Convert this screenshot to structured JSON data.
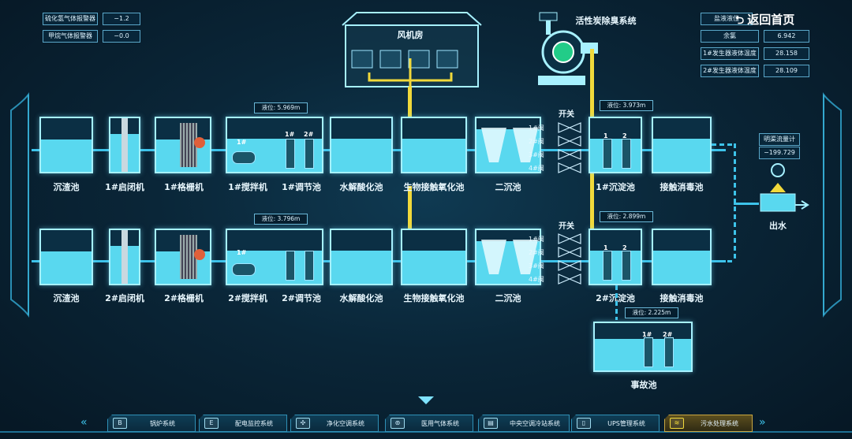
{
  "sensors": {
    "h2s": {
      "label": "硫化氢气体报警器",
      "value": "−1.2"
    },
    "ch4": {
      "label": "甲烷气体报警器",
      "value": "−0.0"
    }
  },
  "back_label": "返回首页",
  "right_info": [
    {
      "label": "盐液液位",
      "value": ""
    },
    {
      "label": "余氯",
      "value": "6.942"
    },
    {
      "label": "1#发生器液体温度",
      "value": "28.158"
    },
    {
      "label": "2#发生器液体温度",
      "value": "28.109"
    }
  ],
  "fan_room": "风机房",
  "carbon_system": "活性炭除臭系统",
  "row1": {
    "labels": [
      "沉渣池",
      "1#启闭机",
      "1#格栅机",
      "1#搅拌机",
      "1#调节池",
      "水解酸化池",
      "生物接触氧化池",
      "二沉池",
      "1#沉淀池",
      "接触消毒池"
    ],
    "level_mix": "液位: 5.969m",
    "level_settle": "液位: 3.973m"
  },
  "row2": {
    "labels": [
      "沉渣池",
      "2#启闭机",
      "2#格栅机",
      "2#搅拌机",
      "2#调节池",
      "水解酸化池",
      "生物接触氧化池",
      "二沉池",
      "2#沉淀池",
      "接触消毒池"
    ],
    "level_mix": "液位: 3.796m",
    "level_settle": "液位: 2.899m"
  },
  "switch_label": "开关",
  "valves": [
    "1#阀",
    "2#阀",
    "3#阀",
    "4#阀"
  ],
  "pump_nums": [
    "1#",
    "2#",
    "1",
    "2"
  ],
  "flow_meter": {
    "label": "明渠流量计",
    "value": "−199.729"
  },
  "outlet": "出水",
  "accident": {
    "label": "事故池",
    "level": "液位: 2.225m"
  },
  "nav": [
    {
      "label": "锅炉系统",
      "icon": "B"
    },
    {
      "label": "配电监控系统",
      "icon": "E"
    },
    {
      "label": "净化空调系统",
      "icon": "✣"
    },
    {
      "label": "医用气体系统",
      "icon": "⊚"
    },
    {
      "label": "中央空调冷站系统",
      "icon": "▤"
    },
    {
      "label": "UPS管理系统",
      "icon": "▯"
    },
    {
      "label": "污水处理系统",
      "icon": "≋"
    }
  ],
  "colors": {
    "water": "#59d8ef",
    "pipe": "#3dc3ea",
    "highlight": "#f1d93b"
  }
}
